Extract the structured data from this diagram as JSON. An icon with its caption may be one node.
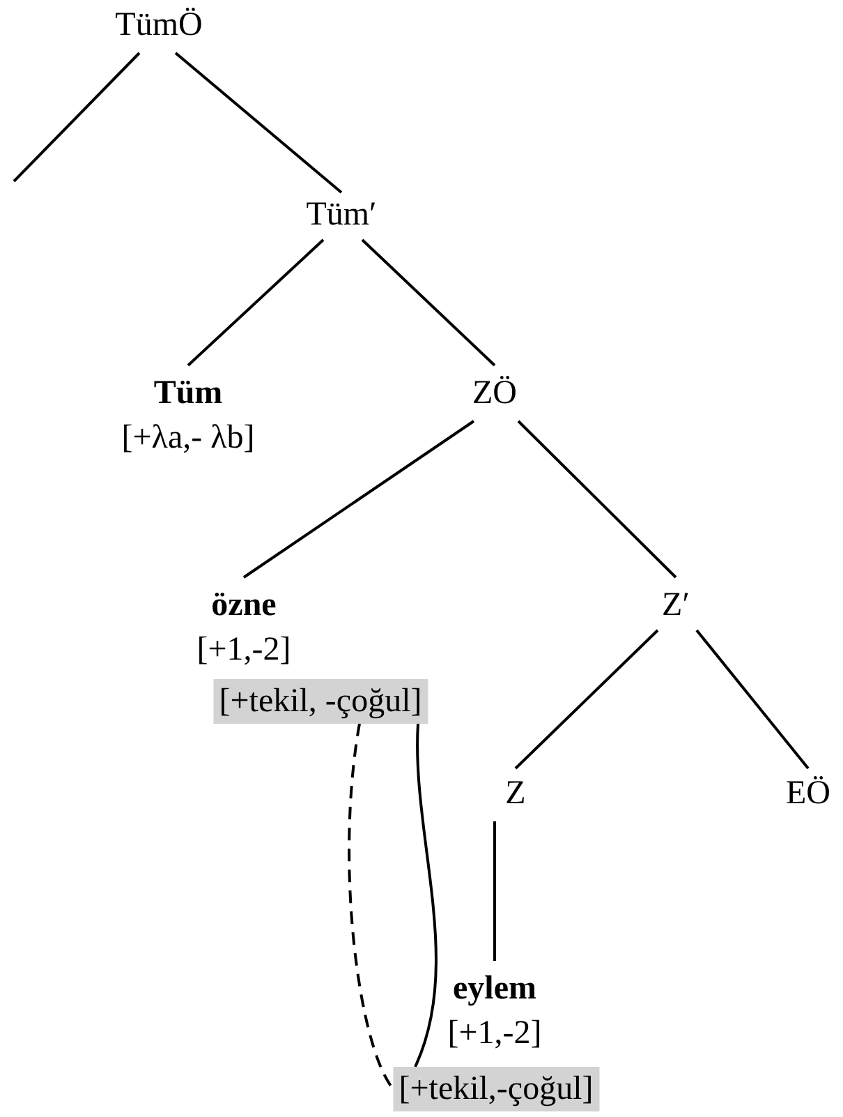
{
  "diagram": {
    "nodes": [
      {
        "text": [
          "TümÖ"
        ]
      },
      {
        "text": [
          "Tüm′"
        ]
      },
      {
        "text": [
          "Tüm",
          "[+λa,- λb]"
        ]
      },
      {
        "text": [
          "ZÖ"
        ]
      },
      {
        "text": [
          "özne",
          "[+1,-2]"
        ]
      },
      {
        "text": [
          "[+tekil, -çoğul]"
        ]
      },
      {
        "text": [
          "Z′"
        ]
      },
      {
        "text": [
          "Z"
        ]
      },
      {
        "text": [
          "EÖ"
        ]
      },
      {
        "text": [
          "eylem",
          "[+1,-2]"
        ]
      },
      {
        "text": [
          "[+tekil,-çoğul]"
        ]
      }
    ],
    "edges": [
      {
        "from": 0,
        "to": null,
        "arrow": "none"
      },
      {
        "from": 0,
        "to": 1,
        "arrow": "none"
      },
      {
        "from": 1,
        "to": 2,
        "arrow": "none"
      },
      {
        "from": 1,
        "to": 3,
        "arrow": "none"
      },
      {
        "from": 3,
        "to": 4,
        "arrow": "none"
      },
      {
        "from": 3,
        "to": 6,
        "arrow": "none"
      },
      {
        "from": 6,
        "to": 7,
        "arrow": "none"
      },
      {
        "from": 6,
        "to": 8,
        "arrow": "none"
      },
      {
        "from": 7,
        "to": 9,
        "arrow": "none"
      },
      {
        "from": 5,
        "to": 10,
        "arrow": "none"
      },
      {
        "from": 5,
        "to": 10,
        "arrow": "none",
        "style": "dashed"
      }
    ]
  }
}
